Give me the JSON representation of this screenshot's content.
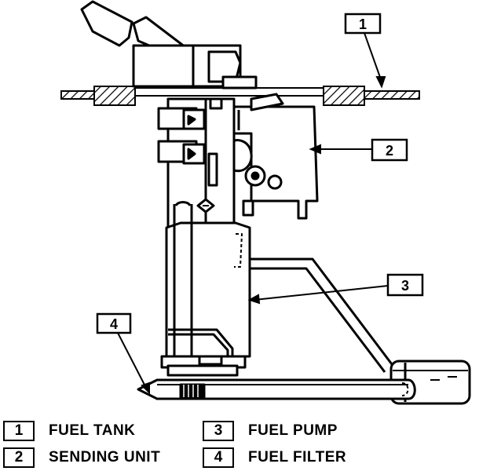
{
  "callouts": [
    {
      "number": "1"
    },
    {
      "number": "2"
    },
    {
      "number": "3"
    },
    {
      "number": "4"
    }
  ],
  "legend": [
    {
      "number": "1",
      "label": "FUEL TANK"
    },
    {
      "number": "2",
      "label": "SENDING UNIT"
    },
    {
      "number": "3",
      "label": "FUEL PUMP"
    },
    {
      "number": "4",
      "label": "FUEL FILTER"
    }
  ]
}
